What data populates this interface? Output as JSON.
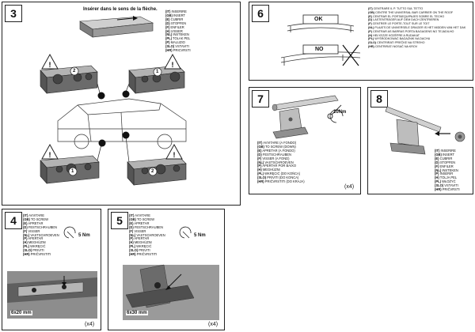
{
  "panel3": {
    "number": "3",
    "caption": "Insérer dans le sens de la flèche.",
    "legend": [
      {
        "code": "(IT)",
        "text": "INSERIRE"
      },
      {
        "code": "(GB)",
        "text": "INSERT"
      },
      {
        "code": "(E)",
        "text": "CUBRIR"
      },
      {
        "code": "(D)",
        "text": "STOPFEN"
      },
      {
        "code": "(F)",
        "text": "ENFILER"
      },
      {
        "code": "(H)",
        "text": "VISSER"
      },
      {
        "code": "(NL)",
        "text": "INSTEKEN"
      },
      {
        "code": "(PL)",
        "text": "TOLAK PEL"
      },
      {
        "code": "(P)",
        "text": "MALUZIO"
      },
      {
        "code": "(SLO)",
        "text": "VSTAVITI"
      },
      {
        "code": "(HR)",
        "text": "PRICVRSTI"
      }
    ],
    "callouts": [
      "2",
      "1",
      "1",
      "2"
    ]
  },
  "panel6": {
    "number": "6",
    "ok_label": "OK",
    "no_label": "NO",
    "legend": [
      {
        "code": "(IT)",
        "text": "CENTRARE IL P. TUTTO SUL TETTO"
      },
      {
        "code": "(GB)",
        "text": "CENTRE THE UNIVERSAL BAR CARRIER ON THE ROOF"
      },
      {
        "code": "(E)",
        "text": "CENTRAR EL PORTAEQUIPAJES SOBRE EL TECHO"
      },
      {
        "code": "(D)",
        "text": "LASTENTRÄGER AUF DEM DACH ZENTRIEREN"
      },
      {
        "code": "(F)",
        "text": "CENTRER LE PORTE-TOUT SUR LE TOIT"
      },
      {
        "code": "(NL)",
        "text": "PLAATS DE UNIVERSELE DRAGER IS HET MIDDEN VAN HET DAK"
      },
      {
        "code": "(P)",
        "text": "CENTRAR AS BARRAS PORTA BAGAGENS NO TEJADILHO"
      },
      {
        "code": "(H)",
        "text": "HELYEZZE KÖZÉPRE A RUDAKAT"
      },
      {
        "code": "(PL)",
        "text": "WYŚRODKOWAĆ BAGAŻNIK NA DACHU"
      },
      {
        "code": "(SLO)",
        "text": "CENTRIRATI PREČKE NA STREHO"
      },
      {
        "code": "(HR)",
        "text": "CENTRIRATI NOSAČ NA KROV"
      }
    ]
  },
  "panel7": {
    "number": "7",
    "torque": "10Nm",
    "qty": "(x4)",
    "legend": [
      {
        "code": "(IT)",
        "text": "AVVITARE (A FONDO)"
      },
      {
        "code": "(GB)",
        "text": "TO SCREW (DOWN)"
      },
      {
        "code": "(E)",
        "text": "APRETAR (A FONDO)"
      },
      {
        "code": "(D)",
        "text": "FESTSCHRAUBEN"
      },
      {
        "code": "(F)",
        "text": "VISSER (A FOND)"
      },
      {
        "code": "(NL)",
        "text": "VASTSCHROEVEN"
      },
      {
        "code": "(P)",
        "text": "APERTAR POR BAIXO"
      },
      {
        "code": "(H)",
        "text": "MEGHÚZNI"
      },
      {
        "code": "(PL)",
        "text": "WKRĘCIĆ (DO KOŃCA)"
      },
      {
        "code": "(SLO)",
        "text": "PRIVITI (DO KONCA)"
      },
      {
        "code": "(HR)",
        "text": "PRIČVRSTITI (DO KRAJA)"
      }
    ]
  },
  "panel8": {
    "number": "8",
    "legend": [
      {
        "code": "(IT)",
        "text": "INSERIRE"
      },
      {
        "code": "(GB)",
        "text": "INSERT"
      },
      {
        "code": "(E)",
        "text": "CUBRIR"
      },
      {
        "code": "(D)",
        "text": "STOPFEN"
      },
      {
        "code": "(F)",
        "text": "ENFILER"
      },
      {
        "code": "(NL)",
        "text": "INSTEKEN"
      },
      {
        "code": "(P)",
        "text": "INSERIR"
      },
      {
        "code": "(H)",
        "text": "TOLJA PEL"
      },
      {
        "code": "(PL)",
        "text": "WŁOŻYĆ"
      },
      {
        "code": "(SLO)",
        "text": "VSTAVITI"
      },
      {
        "code": "(HR)",
        "text": "PRIČVRSTI"
      }
    ]
  },
  "panel4": {
    "number": "4",
    "torque": "5 Nm",
    "dimension": "6x20 mm",
    "qty": "(x4)",
    "legend": [
      {
        "code": "(IT)",
        "text": "AVVITARE"
      },
      {
        "code": "(GB)",
        "text": "TO SCREW"
      },
      {
        "code": "(E)",
        "text": "APRETAR"
      },
      {
        "code": "(D)",
        "text": "FESTSCHRAUBEN"
      },
      {
        "code": "(F)",
        "text": "VISSER"
      },
      {
        "code": "(NL)",
        "text": "VASTSCHROEVEN"
      },
      {
        "code": "(P)",
        "text": "APERTAR"
      },
      {
        "code": "(H)",
        "text": "MEGHÚZNI"
      },
      {
        "code": "(PL)",
        "text": "WKRĘCIĆ"
      },
      {
        "code": "(SLO)",
        "text": "PRIVITI"
      },
      {
        "code": "(HR)",
        "text": "PRIČVRSTITI"
      }
    ]
  },
  "panel5": {
    "number": "5",
    "torque": "5 Nm",
    "dimension": "6x30 mm",
    "qty": "(x4)",
    "legend": [
      {
        "code": "(IT)",
        "text": "AVVITARE"
      },
      {
        "code": "(GB)",
        "text": "TO SCREW"
      },
      {
        "code": "(E)",
        "text": "APRETAR"
      },
      {
        "code": "(D)",
        "text": "FESTSCHRAUBEN"
      },
      {
        "code": "(F)",
        "text": "VISSER"
      },
      {
        "code": "(NL)",
        "text": "VASTSCHROEVEN"
      },
      {
        "code": "(P)",
        "text": "APERTAR"
      },
      {
        "code": "(H)",
        "text": "MEGHÚZNI"
      },
      {
        "code": "(PL)",
        "text": "WKRĘCIĆ"
      },
      {
        "code": "(SLO)",
        "text": "PRIVITI"
      },
      {
        "code": "(HR)",
        "text": "PRIČVRSTITI"
      }
    ]
  }
}
